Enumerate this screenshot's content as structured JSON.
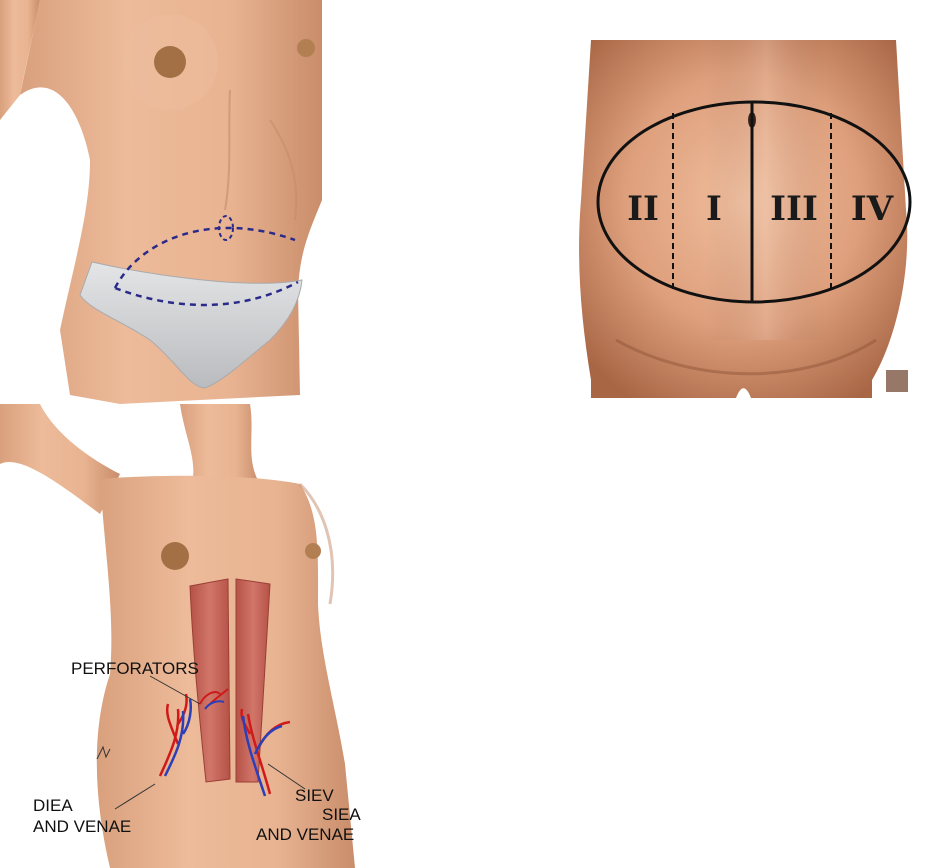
{
  "zones": {
    "zone_2": "II",
    "zone_1": "I",
    "zone_3": "III",
    "zone_4": "IV"
  },
  "labels": {
    "perforators": "PERFORATORS",
    "diea_line1": "DIEA",
    "diea_line2": "AND VENAE",
    "siev": "SIEV",
    "siea_line1": "SIEA",
    "siea_line2": "AND VENAE"
  },
  "colors": {
    "skin": "#e9b694",
    "skin_shadow": "#d49a78",
    "underwear": "#d9dadc",
    "incision_line": "#2a2a8a",
    "muscle": "#c8655a",
    "artery": "#d01a1a",
    "vein": "#2b3fb8"
  }
}
